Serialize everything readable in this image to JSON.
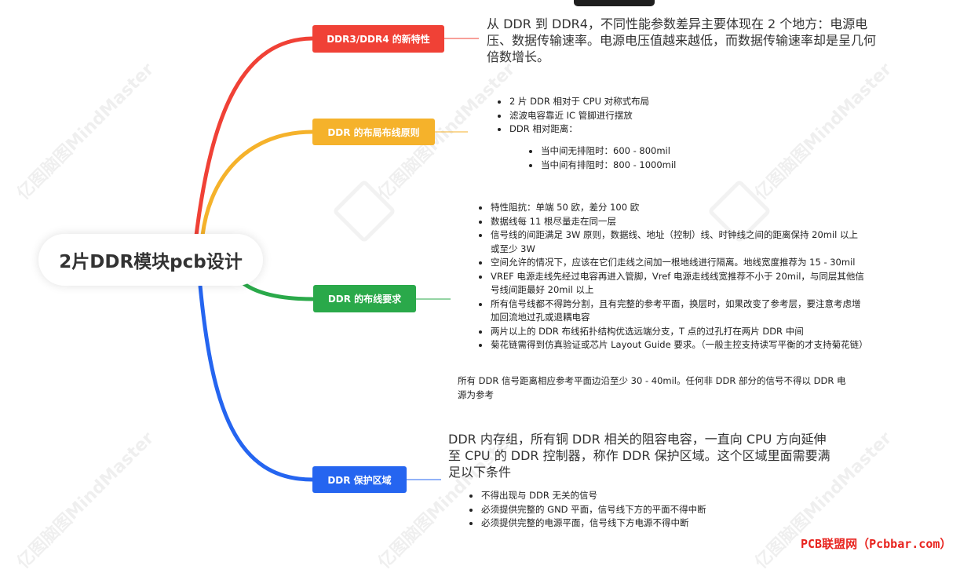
{
  "central_topic": "2片DDR模块pcb设计",
  "watermark": "亿图脑图MindMaster",
  "footer": "PCB联盟网（Pcbbar.com）",
  "branches": [
    {
      "title": "DDR3/DDR4 的新特性",
      "paragraph": "从 DDR 到 DDR4，不同性能参数差异主要体现在 2 个地方：电源电压、数据传输速率。电源电压值越来越低，而数据传输速率却是呈几何倍数增长。"
    },
    {
      "title": "DDR 的布局布线原则",
      "bullets": [
        "2 片 DDR 相对于 CPU 对称式布局",
        "滤波电容靠近 IC 管脚进行摆放",
        "DDR 相对距离："
      ],
      "sub_bullets": [
        "当中间无排阻时：600 - 800mil",
        "当中间有排阻时：800 - 1000mil"
      ]
    },
    {
      "title": "DDR 的布线要求",
      "bullets": [
        "特性阻抗：单端 50 欧，差分 100 欧",
        "数据线每 11 根尽量走在同一层",
        "信号线的间距满足 3W 原则，数据线、地址（控制）线、时钟线之间的距离保持 20mil 以上或至少 3W",
        "空间允许的情况下，应该在它们走线之间加一根地线进行隔离。地线宽度推荐为 15 - 30mil",
        "VREF 电源走线先经过电容再进入管脚，Vref 电源走线线宽推荐不小于 20mil，与同层其他信号线间距最好 20mil 以上",
        "所有信号线都不得跨分割，且有完整的参考平面，换层时，如果改变了参考层，要注意考虑增加回流地过孔或退耦电容",
        "两片以上的 DDR 布线拓扑结构优选远端分支，T 点的过孔打在两片 DDR 中间",
        "菊花链需得到仿真验证或芯片 Layout Guide 要求。（一般主控支持读写平衡的才支持菊花链）"
      ],
      "note": "所有 DDR 信号距离相应参考平面边沿至少 30 - 40mil。任何非 DDR 部分的信号不得以 DDR 电源为参考"
    },
    {
      "title": "DDR 保护区域",
      "paragraph": "DDR 内存组，所有铜 DDR 相关的阻容电容，一直向 CPU 方向延伸至 CPU 的 DDR 控制器，称作 DDR 保护区域。这个区域里面需要满足以下条件",
      "bullets": [
        "不得出现与 DDR 无关的信号",
        "必须提供完整的 GND 平面，信号线下方的平面不得中断",
        "必须提供完整的电源平面，信号线下方电源不得中断"
      ]
    }
  ],
  "colors": {
    "branch1": "#f04136",
    "branch2": "#f5b22b",
    "branch3": "#2aa94a",
    "branch4": "#2565f0",
    "footer": "#e8241f"
  }
}
